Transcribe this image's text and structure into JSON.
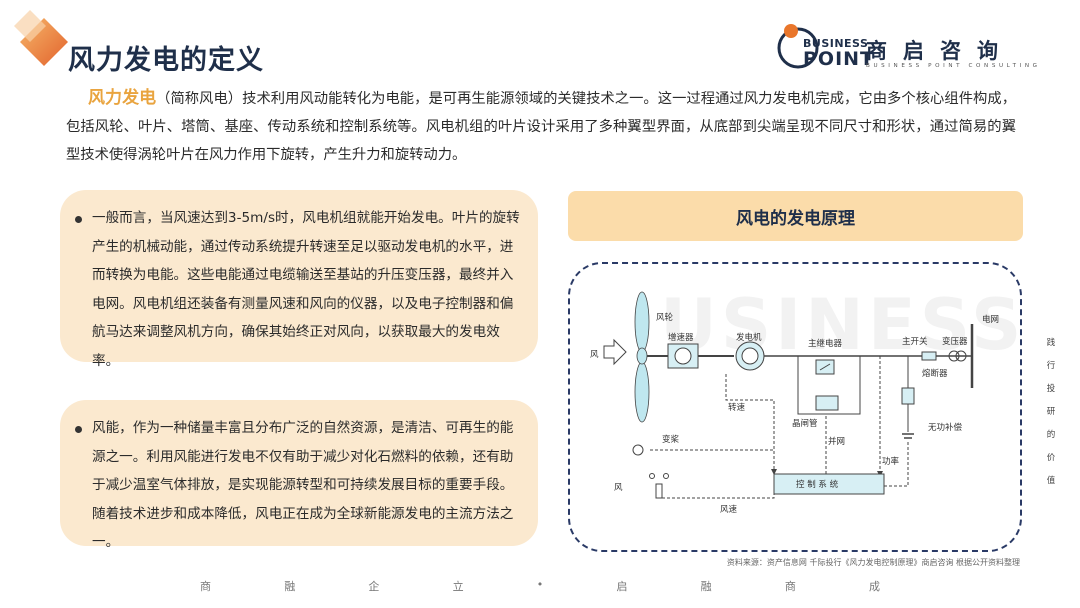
{
  "title": "风力发电的定义",
  "logo": {
    "business": "BUSINESS",
    "point": "POINT",
    "cn": "商启咨询",
    "en": "BUSINESS POINT CONSULTING"
  },
  "intro": {
    "highlight": "风力发电",
    "text": "（简称风电）技术利用风动能转化为电能，是可再生能源领域的关键技术之一。这一过程通过风力发电机完成，它由多个核心组件构成，包括风轮、叶片、塔筒、基座、传动系统和控制系统等。风电机组的叶片设计采用了多种翼型界面，从底部到尖端呈现不同尺寸和形状，通过简易的翼型技术使得涡轮叶片在风力作用下旋转，产生升力和旋转动力。"
  },
  "cards": [
    {
      "text": "一般而言，当风速达到3-5m/s时，风电机组就能开始发电。叶片的旋转产生的机械动能，通过传动系统提升转速至足以驱动发电机的水平，进而转换为电能。这些电能通过电缆输送至基站的升压变压器，最终并入电网。风电机组还装备有测量风速和风向的仪器，以及电子控制器和偏航马达来调整风机方向，确保其始终正对风向，以获取最大的发电效率。"
    },
    {
      "text": "风能，作为一种储量丰富且分布广泛的自然资源，是清洁、可再生的能源之一。利用风能进行发电不仅有助于减少对化石燃料的依赖，还有助于减少温室气体排放，是实现能源转型和可持续发展目标的重要手段。随着技术进步和成本降低，风电正在成为全球新能源发电的主流方法之一。"
    }
  ],
  "diagram": {
    "heading": "风电的发电原理",
    "watermark": "USINESS",
    "labels": {
      "wind_left": "风",
      "rotor": "风轮",
      "gearbox": "增速器",
      "generator": "发电机",
      "main_relay": "主继电器",
      "grid": "电网",
      "main_switch": "主开关",
      "transformer": "变压器",
      "fuse": "熔断器",
      "speed": "转速",
      "thyristor": "晶闸管",
      "grid_connect": "并网",
      "reactive": "无功补偿",
      "pitch": "变桨",
      "power": "功率",
      "control": "控 制 系 统",
      "wind_bottom": "风",
      "wind_speed": "风速"
    }
  },
  "source": "资料来源：资产信息网 千际投行《风力发电控制原理》商启咨询 根据公开资料整理",
  "side_text": "践行投研的价值",
  "footer": [
    "商",
    "融",
    "企",
    "立",
    "•",
    "启",
    "融",
    "商",
    "成"
  ]
}
